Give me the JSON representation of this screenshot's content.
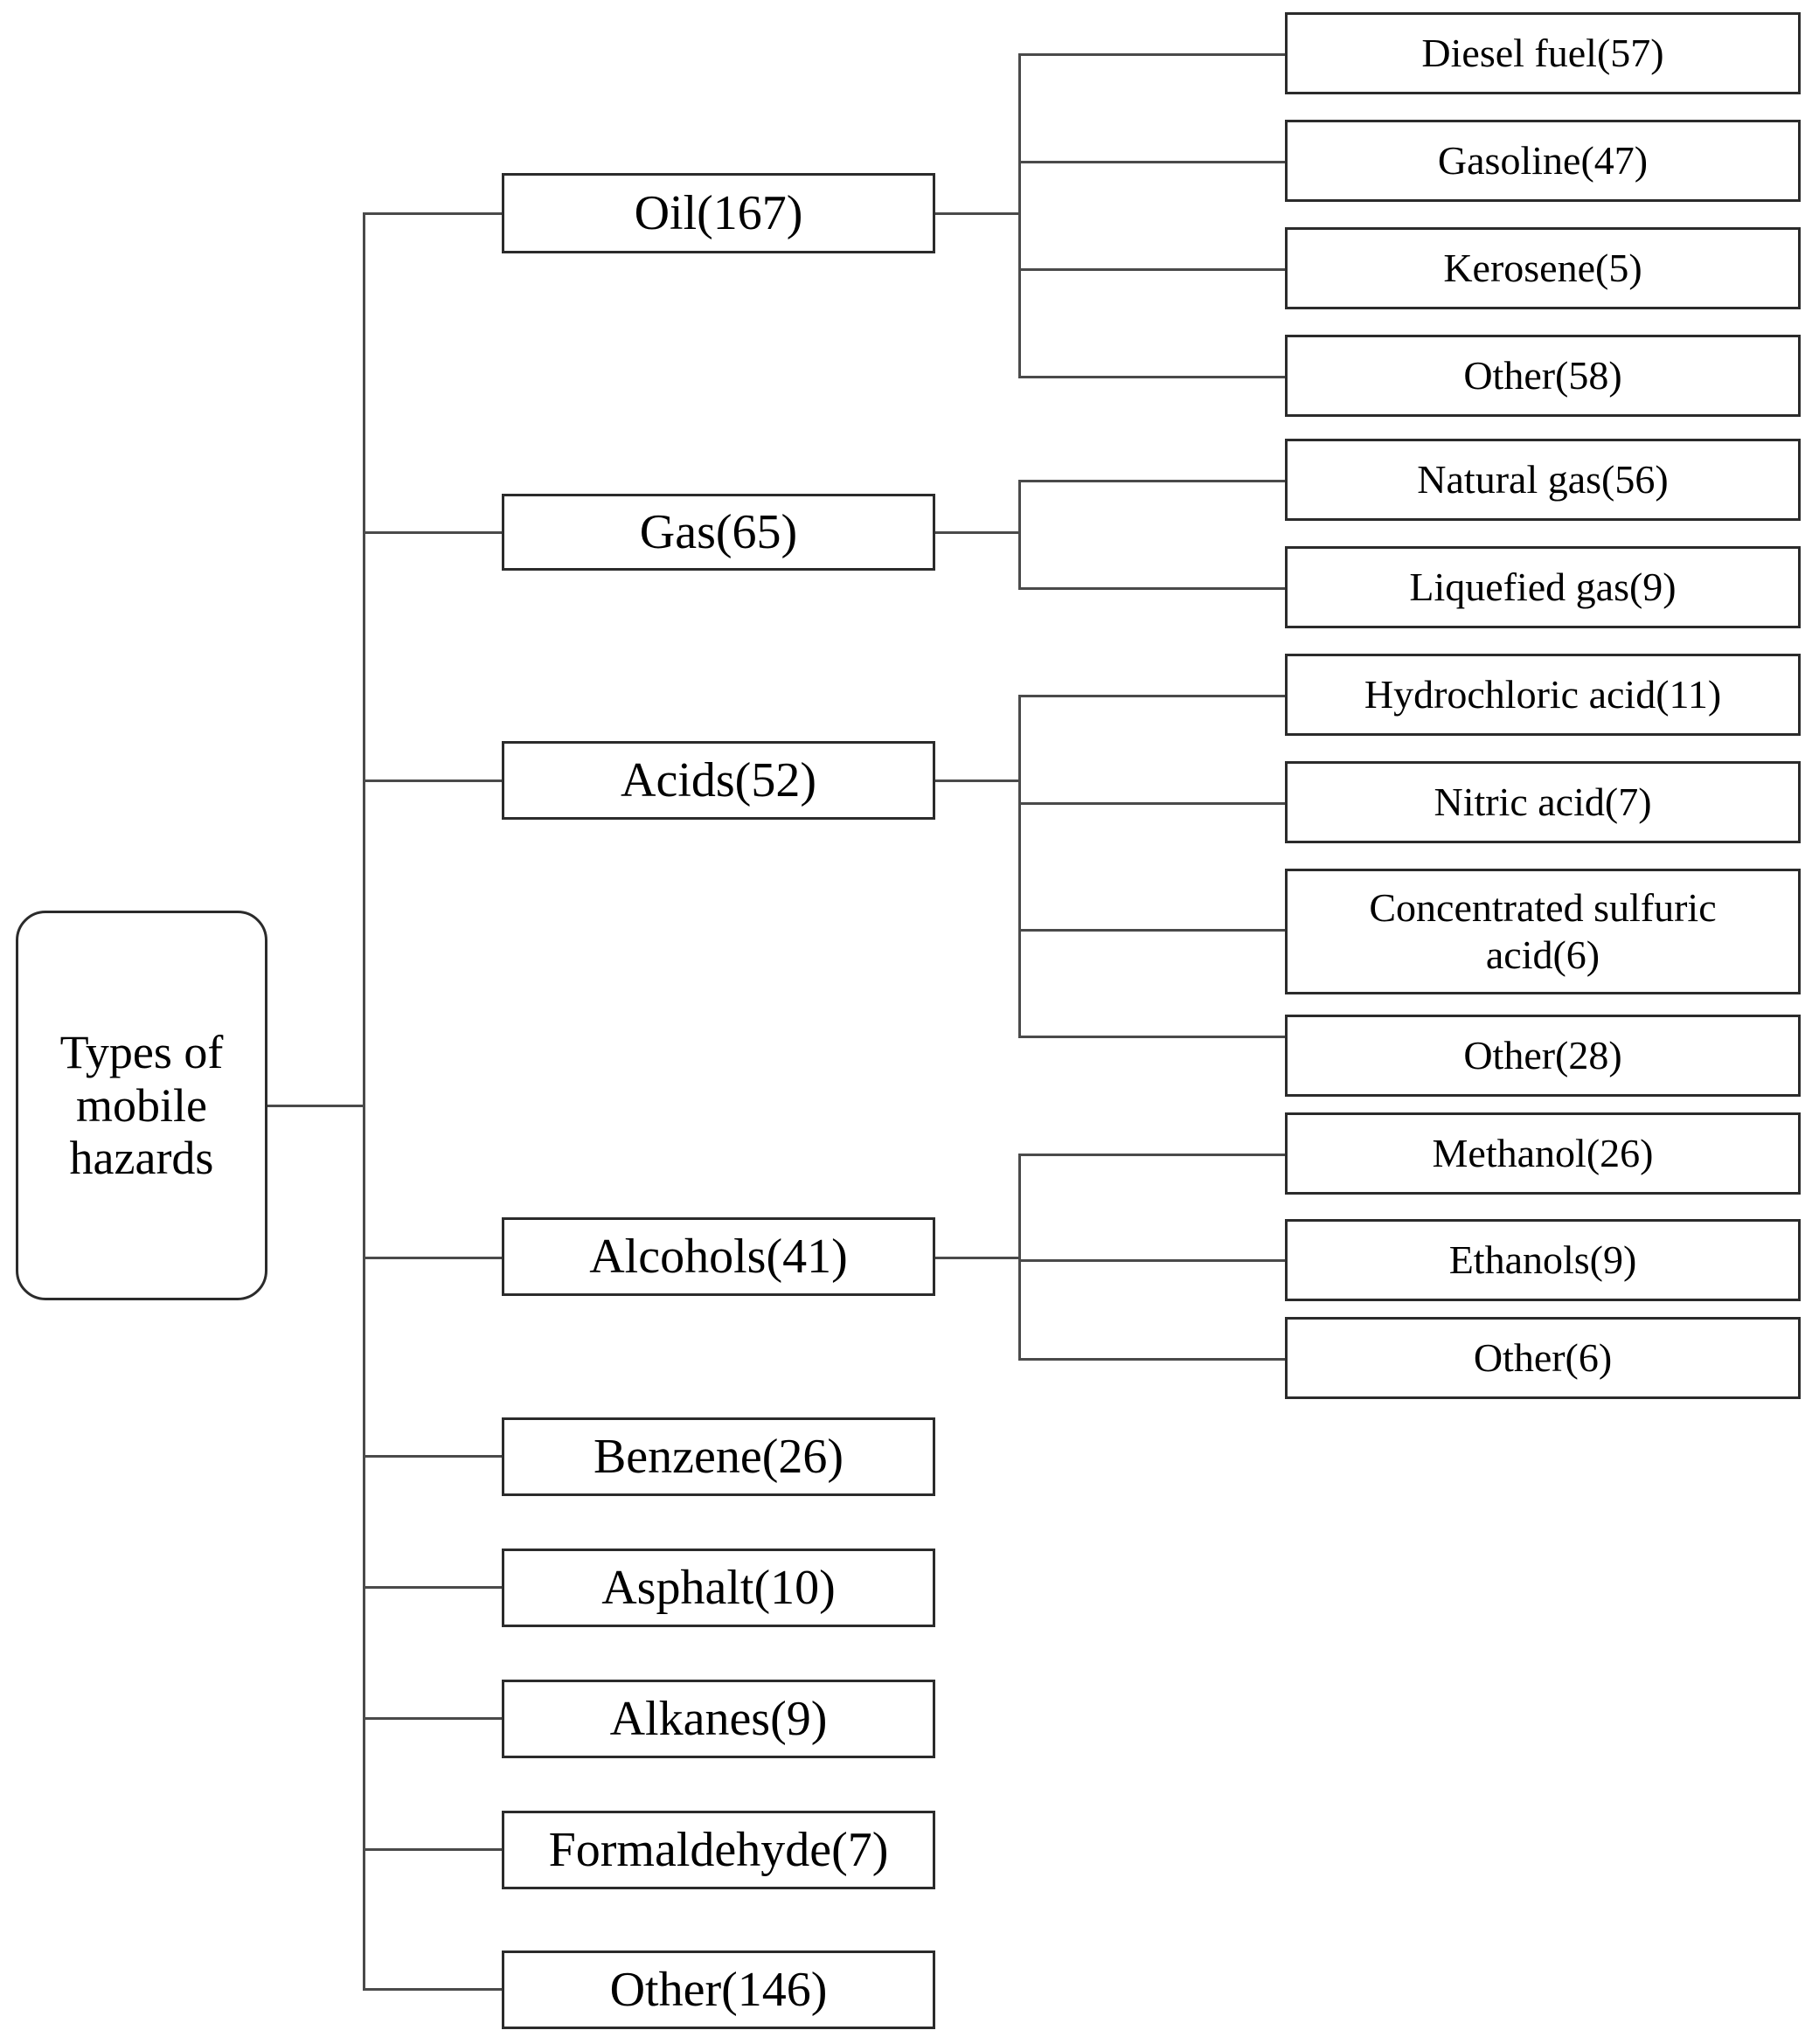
{
  "diagram": {
    "type": "hierarchy-tree",
    "title": "Types of mobile hazards",
    "orientation": "left-to-right",
    "root": {
      "label": "Types of mobile hazards",
      "line1": "Types of",
      "line2": "mobile",
      "line3": "hazards"
    },
    "branches": [
      {
        "label": "Oil(167)",
        "name": "Oil",
        "count": 167,
        "children": [
          {
            "label": "Diesel fuel(57)",
            "name": "Diesel fuel",
            "count": 57
          },
          {
            "label": "Gasoline(47)",
            "name": "Gasoline",
            "count": 47
          },
          {
            "label": "Kerosene(5)",
            "name": "Kerosene",
            "count": 5
          },
          {
            "label": "Other(58)",
            "name": "Other",
            "count": 58
          }
        ]
      },
      {
        "label": "Gas(65)",
        "name": "Gas",
        "count": 65,
        "children": [
          {
            "label": "Natural gas(56)",
            "name": "Natural gas",
            "count": 56
          },
          {
            "label": "Liquefied gas(9)",
            "name": "Liquefied gas",
            "count": 9
          }
        ]
      },
      {
        "label": "Acids(52)",
        "name": "Acids",
        "count": 52,
        "children": [
          {
            "label": "Hydrochloric acid(11)",
            "name": "Hydrochloric acid",
            "count": 11
          },
          {
            "label": "Nitric acid(7)",
            "name": "Nitric acid",
            "count": 7
          },
          {
            "label": "Concentrated sulfuric acid(6)",
            "name": "Concentrated sulfuric acid",
            "count": 6,
            "line1": "Concentrated sulfuric",
            "line2": "acid(6)"
          },
          {
            "label": "Other(28)",
            "name": "Other",
            "count": 28
          }
        ]
      },
      {
        "label": "Alcohols(41)",
        "name": "Alcohols",
        "count": 41,
        "children": [
          {
            "label": "Methanol(26)",
            "name": "Methanol",
            "count": 26
          },
          {
            "label": "Ethanols(9)",
            "name": "Ethanols",
            "count": 9
          },
          {
            "label": "Other(6)",
            "name": "Other",
            "count": 6
          }
        ]
      },
      {
        "label": "Benzene(26)",
        "name": "Benzene",
        "count": 26,
        "children": []
      },
      {
        "label": "Asphalt(10)",
        "name": "Asphalt",
        "count": 10,
        "children": []
      },
      {
        "label": "Alkanes(9)",
        "name": "Alkanes",
        "count": 9,
        "children": []
      },
      {
        "label": "Formaldehyde(7)",
        "name": "Formaldehyde",
        "count": 7,
        "children": []
      },
      {
        "label": "Other(146)",
        "name": "Other",
        "count": 146,
        "children": []
      }
    ],
    "colors": {
      "box_border": "#2b2b2b",
      "connector": "#4a4a4a",
      "background": "#ffffff",
      "text": "#000000"
    }
  }
}
